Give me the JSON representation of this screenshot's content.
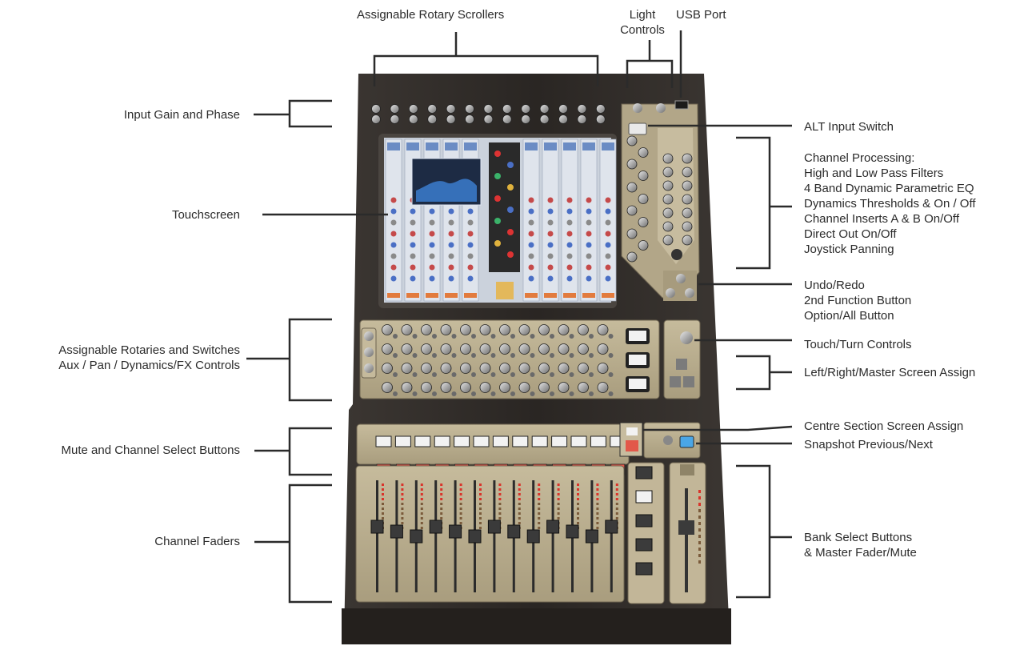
{
  "labels": {
    "assignable_rotary_scrollers": "Assignable Rotary Scrollers",
    "light_controls": [
      "Light",
      "Controls"
    ],
    "usb_port": "USB Port",
    "input_gain_phase": "Input Gain and Phase",
    "alt_input_switch": "ALT Input Switch",
    "channel_processing": [
      "Channel Processing:",
      "High and Low Pass Filters",
      "4 Band Dynamic Parametric EQ",
      "Dynamics Thresholds & On / Off",
      "Channel Inserts A & B On/Off",
      "Direct Out On/Off",
      "Joystick Panning"
    ],
    "touchscreen": "Touchscreen",
    "undo_redo_group": [
      "Undo/Redo",
      "2nd Function Button",
      "Option/All Button"
    ],
    "assignable_rotaries": [
      "Assignable Rotaries and Switches",
      "Aux / Pan / Dynamics/FX Controls"
    ],
    "touch_turn_controls": "Touch/Turn Controls",
    "screen_assign": "Left/Right/Master Screen Assign",
    "centre_section_screen_assign": "Centre Section Screen Assign",
    "snapshot_prev_next": "Snapshot Previous/Next",
    "mute_channel_select": "Mute and Channel Select Buttons",
    "channel_faders": "Channel Faders",
    "bank_select": [
      "Bank Select Buttons",
      "& Master Fader/Mute"
    ]
  },
  "colors": {
    "line": "#2b2b2b",
    "console_frame": "#2d2926",
    "panel": "#b7ab8c",
    "panel_dark": "#8f8468",
    "knob": "#b9b9b9",
    "screen_bg": "#c9cfd8",
    "strip_blue": "#6b8cc4",
    "mute_red": "#e2584a",
    "select_white": "#f2f2f2",
    "meter_red": "#d9342b",
    "eq_blue": "#2f70c0"
  }
}
